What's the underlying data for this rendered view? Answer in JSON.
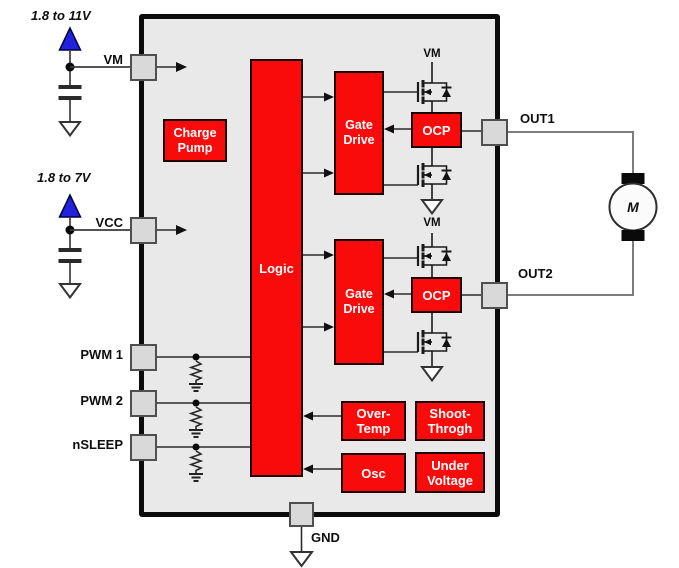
{
  "diagram": {
    "title_hint": "H-bridge motor driver functional block diagram",
    "supply_vm_label": "1.8 to 11V",
    "supply_vcc_label": "1.8 to 7V",
    "pins": {
      "vm": "VM",
      "vcc": "VCC",
      "pwm1": "PWM 1",
      "pwm2": "PWM 2",
      "nsleep": "nSLEEP",
      "out1": "OUT1",
      "out2": "OUT2",
      "gnd": "GND"
    },
    "blocks": {
      "charge_pump": "Charge Pump",
      "logic": "Logic",
      "gate_drive": "Gate Drive",
      "ocp": "OCP",
      "over_temp": "Over-Temp",
      "shoot_through": "Shoot-Throgh",
      "osc": "Osc",
      "under_voltage": "Under Voltage"
    },
    "fet_rail_label": "VM",
    "motor_label": "M",
    "colors": {
      "block_red": "#fa0b0b",
      "ic_fill": "#e9e9e9",
      "pin_fill": "#d9d9d9",
      "supply_arrow_blue": "#2222dd",
      "wire_gray": "#7d7d7d"
    }
  }
}
